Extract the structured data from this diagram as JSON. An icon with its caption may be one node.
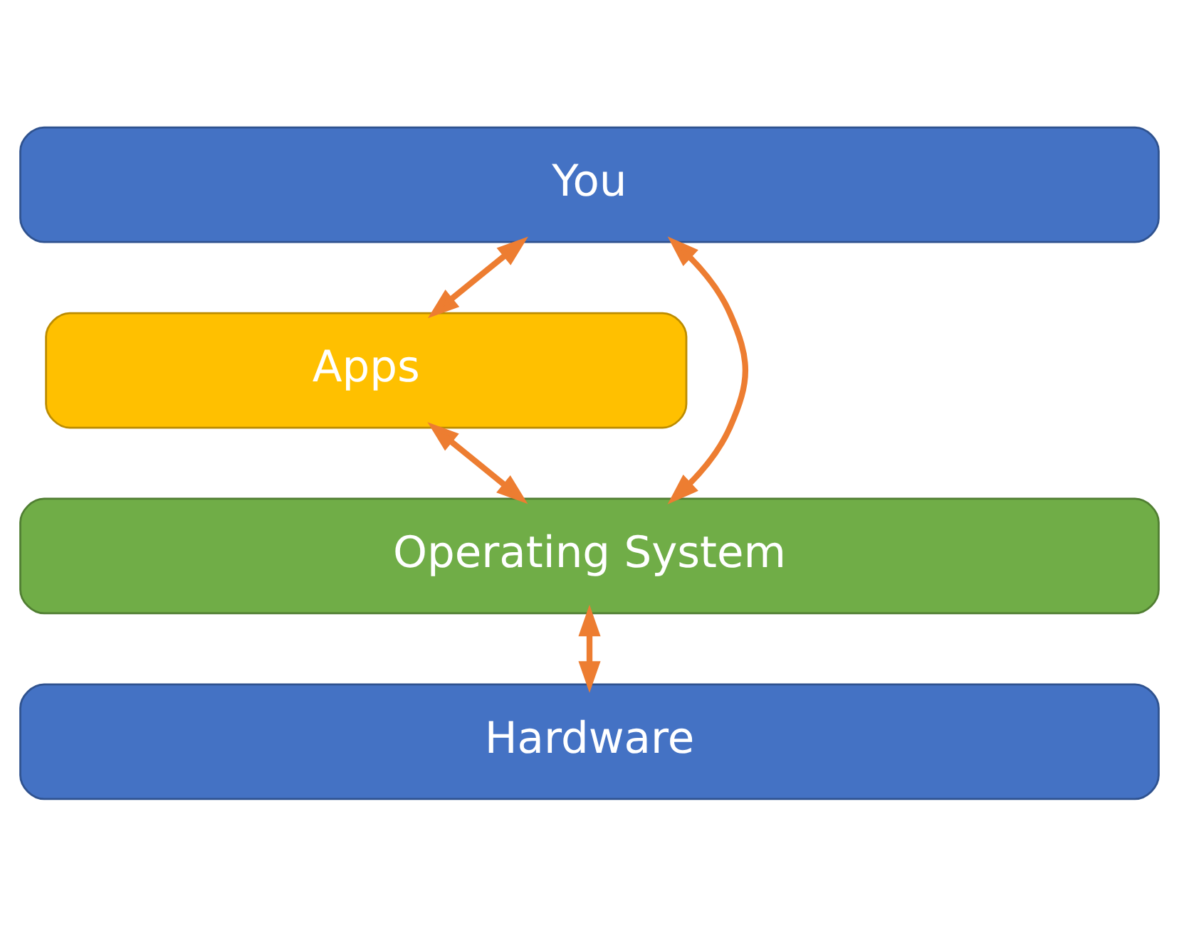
{
  "diagram": {
    "nodes": [
      {
        "text": [
          "You"
        ]
      },
      {
        "text": [
          "Apps"
        ]
      },
      {
        "text": [
          "Operating System"
        ]
      },
      {
        "text": [
          "Hardware"
        ]
      }
    ],
    "edges": [
      {
        "from": 0,
        "to": 1,
        "arrow": "both"
      },
      {
        "from": 1,
        "to": 2,
        "arrow": "both"
      },
      {
        "from": 0,
        "to": 2,
        "arrow": "both"
      },
      {
        "from": 2,
        "to": 3,
        "arrow": "both"
      }
    ]
  }
}
